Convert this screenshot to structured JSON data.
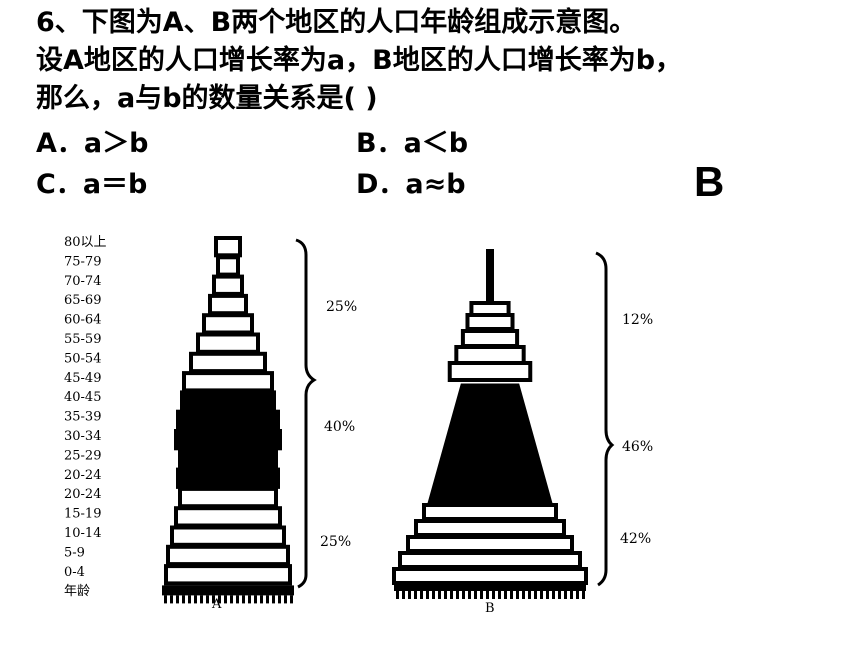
{
  "question": {
    "line1": "6、下图为A、B两个地区的人口年龄组成示意图。",
    "line2": "设A地区的人口增长率为a，B地区的人口增长率为b，",
    "line3": "那么，a与b的数量关系是(    )"
  },
  "options": {
    "a": "A．a＞b",
    "b": "B．a＜b",
    "c": "C．a＝b",
    "d": "D．a≈b"
  },
  "answer": "B",
  "figure": {
    "age_groups": [
      "80以上",
      "75-79",
      "70-74",
      "65-69",
      "60-64",
      "55-59",
      "50-54",
      "45-49",
      "40-45",
      "35-39",
      "30-34",
      "25-29",
      "20-24",
      "20-24",
      "15-19",
      "10-14",
      "5-9",
      "0-4",
      "年龄"
    ],
    "pyramid_a": {
      "label": "A",
      "brackets": [
        {
          "label": "25%"
        },
        {
          "label": "40%"
        },
        {
          "label": "25%"
        }
      ]
    },
    "pyramid_b": {
      "label": "B",
      "brackets": [
        {
          "label": "12%"
        },
        {
          "label": "46%"
        },
        {
          "label": "42%"
        }
      ]
    }
  }
}
